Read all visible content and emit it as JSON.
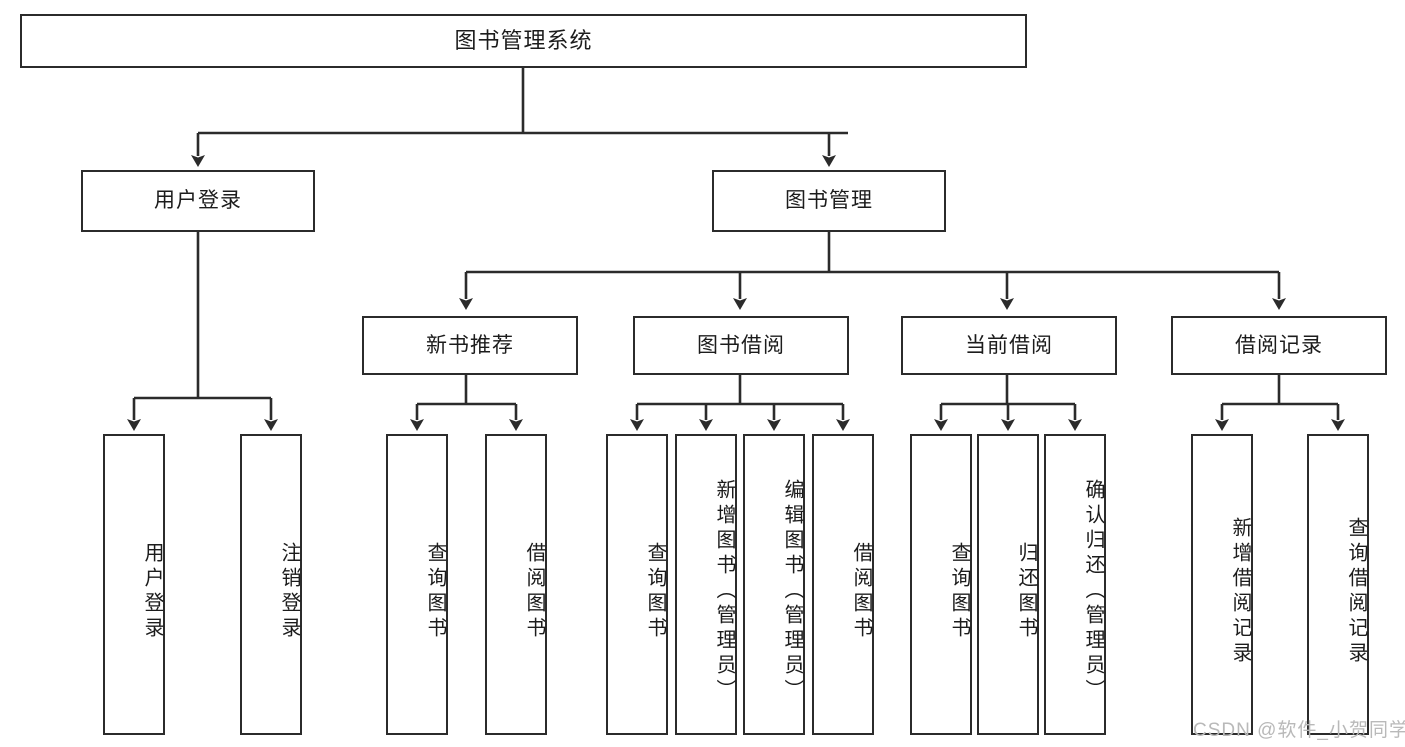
{
  "diagram": {
    "type": "tree-hierarchy-chart",
    "title": "图书管理系统",
    "watermark": "CSDN @软件_小贺同学",
    "colors": {
      "box_border": "#2b2b2b",
      "box_fill": "#ffffff",
      "connector": "#2b2b2b",
      "text": "#1c1c1c",
      "watermark": "#b9b9b9",
      "background": "#ffffff"
    },
    "levels": 4,
    "root": {
      "label": "图书管理系统"
    },
    "level2": [
      {
        "label": "用户登录"
      },
      {
        "label": "图书管理"
      }
    ],
    "level3": [
      {
        "label": "新书推荐"
      },
      {
        "label": "图书借阅"
      },
      {
        "label": "当前借阅"
      },
      {
        "label": "借阅记录"
      }
    ],
    "leaves_user_login": [
      {
        "label": "用户登录"
      },
      {
        "label": "注销登录"
      }
    ],
    "leaves_new_book": [
      {
        "label": "查询图书"
      },
      {
        "label": "借阅图书"
      }
    ],
    "leaves_borrow": [
      {
        "label": "查询图书"
      },
      {
        "label": "新增图书（管理员）"
      },
      {
        "label": "编辑图书（管理员）"
      },
      {
        "label": "借阅图书"
      }
    ],
    "leaves_current": [
      {
        "label": "查询图书"
      },
      {
        "label": "归还图书"
      },
      {
        "label": "确认归还（管理员）"
      }
    ],
    "leaves_records": [
      {
        "label": "新增借阅记录"
      },
      {
        "label": "查询借阅记录"
      }
    ]
  }
}
